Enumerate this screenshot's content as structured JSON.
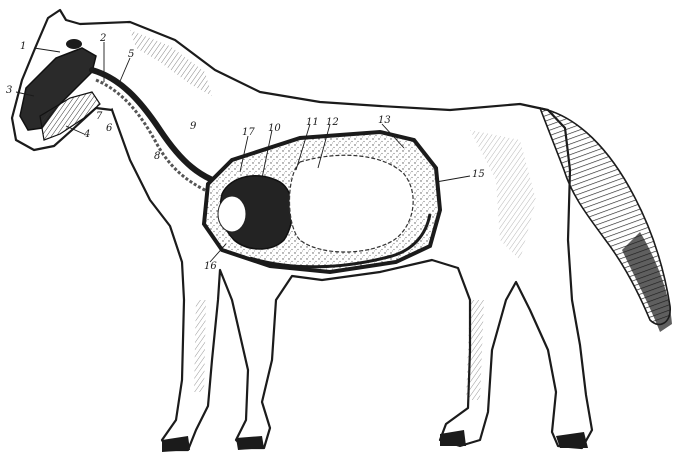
{
  "figure": {
    "subject": "horse anatomy illustration, lateral view showing the digestive tract",
    "ink": "#1b1b1b",
    "background": "#ffffff",
    "callouts": [
      {
        "id": "c1",
        "text": "1"
      },
      {
        "id": "c2",
        "text": "2"
      },
      {
        "id": "c3",
        "text": "3"
      },
      {
        "id": "c4",
        "text": "4"
      },
      {
        "id": "c5",
        "text": "5"
      },
      {
        "id": "c6",
        "text": "6"
      },
      {
        "id": "c7",
        "text": "7"
      },
      {
        "id": "c8",
        "text": "8"
      },
      {
        "id": "c9",
        "text": "9"
      },
      {
        "id": "c10",
        "text": "10"
      },
      {
        "id": "c11",
        "text": "11"
      },
      {
        "id": "c12",
        "text": "12"
      },
      {
        "id": "c13",
        "text": "13"
      },
      {
        "id": "c15",
        "text": "15"
      },
      {
        "id": "c16",
        "text": "16"
      },
      {
        "id": "c17",
        "text": "17"
      }
    ]
  }
}
